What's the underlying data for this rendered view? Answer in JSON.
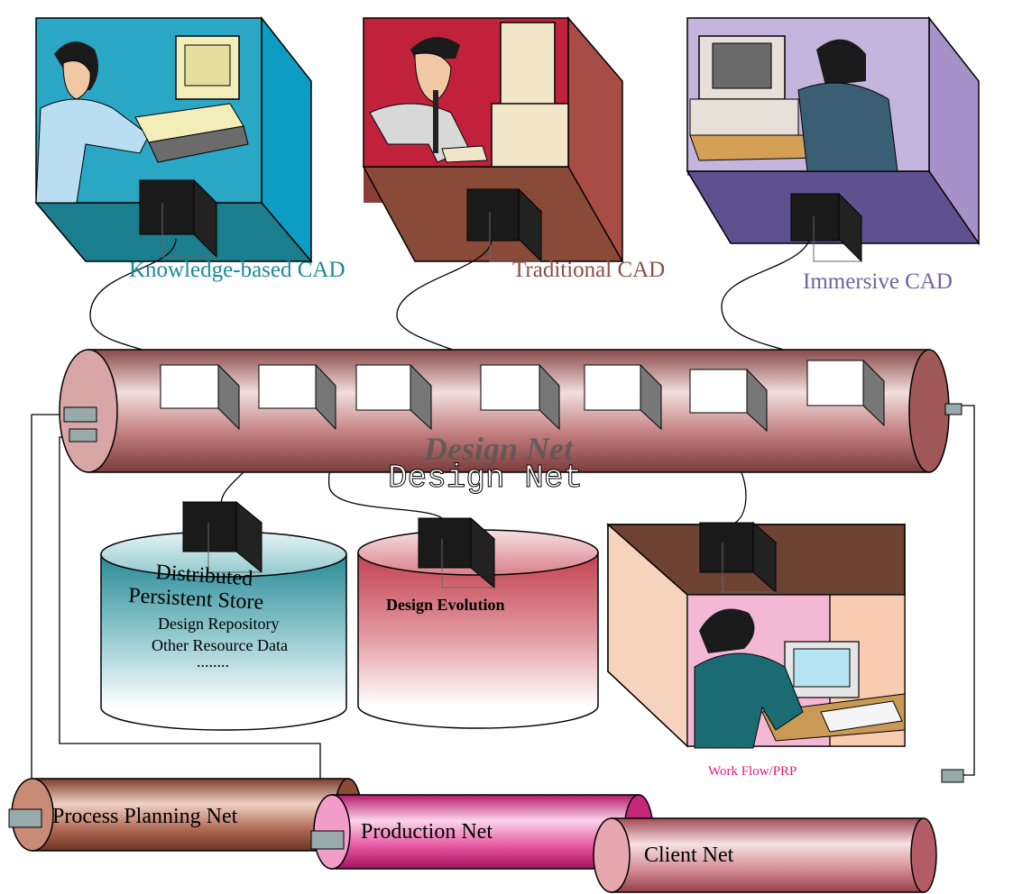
{
  "workstations": {
    "knowledge": {
      "label": "Knowledge-based CAD"
    },
    "traditional": {
      "label": "Traditional CAD"
    },
    "immersive": {
      "label": "Immersive CAD"
    }
  },
  "design_net": {
    "label": "Design Net",
    "shadow_label": "Design Net"
  },
  "stores": {
    "persistent": {
      "title_line1": "Distributed",
      "title_line2": "Persistent Store",
      "line1": "Design Repository",
      "line2": "Other Resource Data",
      "line3": "........"
    },
    "evolution": {
      "title": "Design Evolution"
    }
  },
  "workflow": {
    "label": "Work Flow/PRP"
  },
  "networks": {
    "process": {
      "label": "Process Planning Net"
    },
    "production": {
      "label": "Production Net"
    },
    "client": {
      "label": "Client Net"
    }
  },
  "colors": {
    "knowledge": "#1b8a96",
    "traditional": "#8a5044",
    "immersive": "#6f63a2",
    "workflow": "#e0197a",
    "design_net_pipe": "#c98a8a",
    "process_pipe": "#b06a55",
    "production_pipe": "#e34b9b",
    "client_pipe": "#d98f98"
  }
}
